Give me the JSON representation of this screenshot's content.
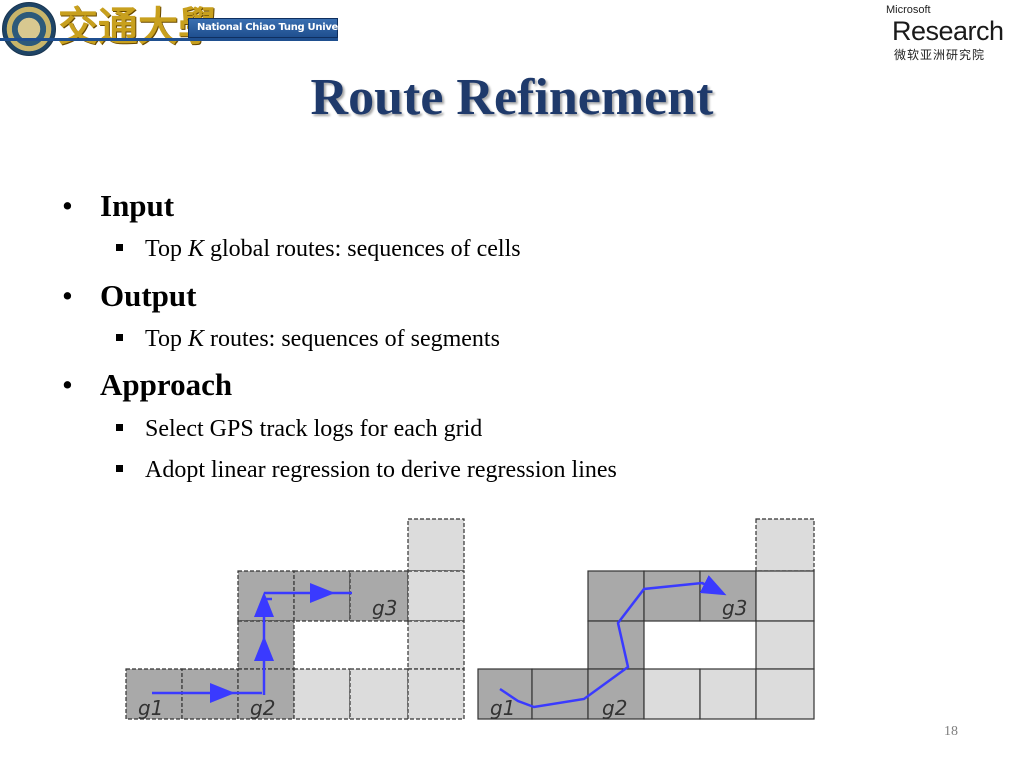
{
  "header": {
    "university_cn": "交通大學",
    "university_en": "National Chiao Tung University",
    "msr_small": "Microsoft",
    "msr_large": "Research",
    "msr_cn": "微软亚洲研究院"
  },
  "title": "Route Refinement",
  "bullets": [
    {
      "label": "Input",
      "subs": [
        {
          "pre": "Top ",
          "em": "K",
          "post": " global routes: sequences of cells"
        }
      ]
    },
    {
      "label": "Output",
      "subs": [
        {
          "pre": "Top ",
          "em": "K",
          "post": " routes: sequences of segments"
        }
      ]
    },
    {
      "label": "Approach",
      "subs": [
        {
          "pre": "Select GPS track logs for each grid",
          "em": "",
          "post": ""
        },
        {
          "pre": "Adopt linear regression to derive regression lines",
          "em": "",
          "post": ""
        }
      ]
    }
  ],
  "figure": {
    "labels": {
      "g1": "g1",
      "g2": "g2",
      "g3": "g3"
    },
    "colors": {
      "dark_cell": "#a9a9a9",
      "light_cell": "#dcdcdc",
      "route": "#3a3aff"
    }
  },
  "slide_number": "18"
}
